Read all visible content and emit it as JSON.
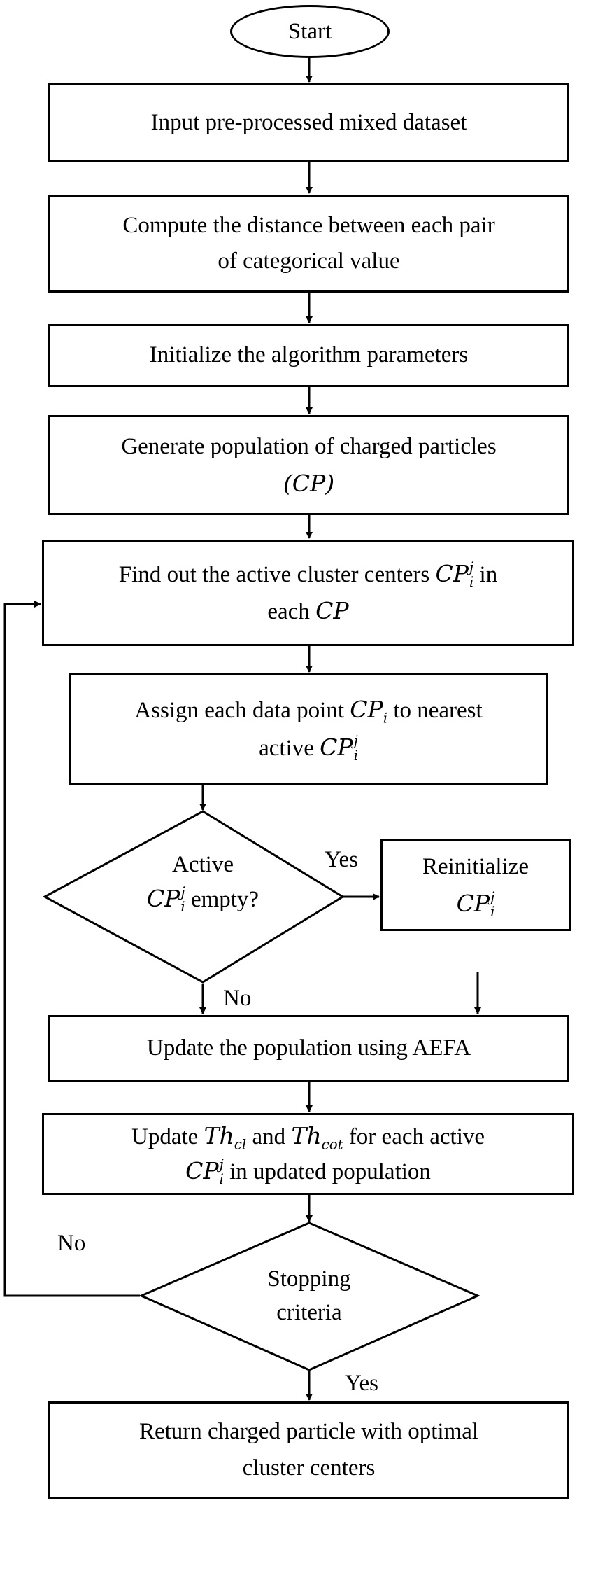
{
  "start": {
    "label": "Start"
  },
  "steps": {
    "input": "Input pre-processed mixed dataset",
    "distance_l1": "Compute the distance between each pair",
    "distance_l2": "of categorical value",
    "init_params": "Initialize the algorithm parameters",
    "generate_l1": "Generate population of charged particles",
    "generate_sym": "(CP)",
    "find_prefix": "Find out the active cluster centers",
    "find_in": "in",
    "find_each": "each",
    "assign_prefix": "Assign each data point",
    "assign_suffix": "to nearest",
    "assign_active": "active",
    "reinit_label": "Reinitialize",
    "update_pop": "Update the population using AEFA",
    "update_th_prefix": "Update",
    "update_th_and": "and",
    "update_th_suffix": "for each active",
    "update_th_l2": "in updated population",
    "return_l1": "Return charged particle with optimal",
    "return_l2": "cluster centers"
  },
  "decisions": {
    "active_empty_l1": "Active",
    "active_empty_suffix": "empty?",
    "stopping_l1": "Stopping",
    "stopping_l2": "criteria"
  },
  "symbols": {
    "cp": "CP",
    "i": "i",
    "j": "j",
    "th": "Th",
    "cl": "cl",
    "cot": "cot"
  },
  "labels": {
    "yes_active": "Yes",
    "no_active": "No",
    "no_stop": "No",
    "yes_stop": "Yes"
  }
}
